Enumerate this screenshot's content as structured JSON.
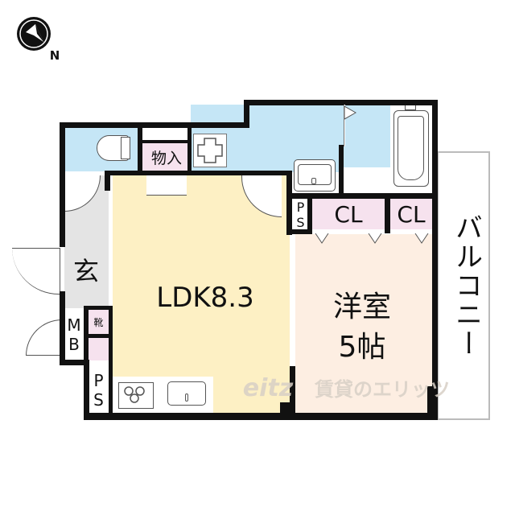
{
  "compass": {
    "label": "N",
    "icon": "north-arrow-icon"
  },
  "rooms": {
    "ldk": {
      "label": "LDK8.3"
    },
    "western_room": {
      "line1": "洋室",
      "line2": "5帖"
    },
    "balcony": {
      "label": "バルコニー"
    },
    "entrance": {
      "label": "玄"
    },
    "storage": {
      "label": "物入"
    },
    "closet1": {
      "label": "CL"
    },
    "closet2": {
      "label": "CL"
    },
    "ps_top": {
      "label": "PS"
    },
    "ps_bottom": {
      "label": "PS"
    },
    "mb": {
      "label": "MB"
    },
    "shoe": {
      "label": "靴"
    }
  },
  "watermark": {
    "logo": "eitz",
    "text": "賃貸のエリッツ"
  },
  "colors": {
    "wet_area": "#c5e6f6",
    "ldk": "#fdf0c4",
    "western_room": "#fdeee2",
    "storage": "#f6e2ee",
    "entrance": "#e4e4e4",
    "wall": "#111111"
  }
}
